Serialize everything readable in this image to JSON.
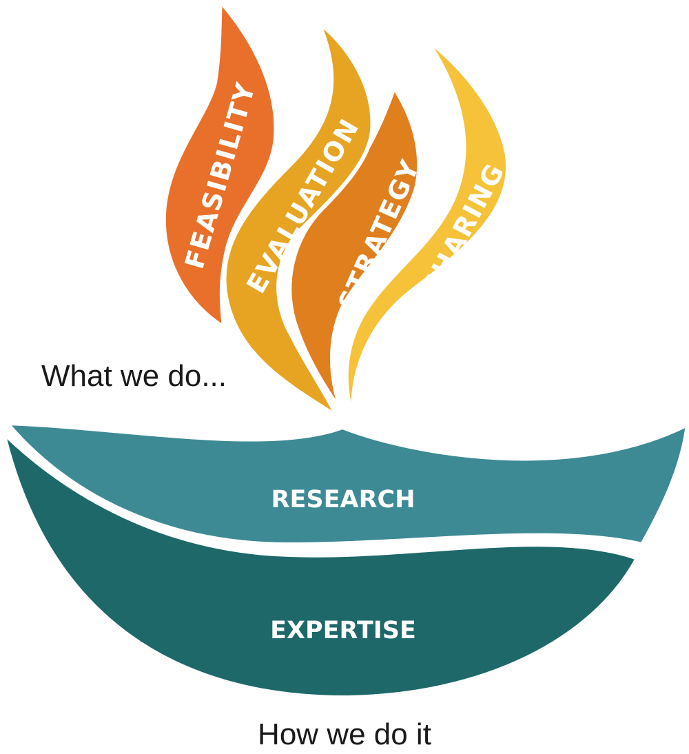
{
  "flames": [
    {
      "label": "FEASIBILITY",
      "color": "#e9702a"
    },
    {
      "label": "EVALUATION",
      "color": "#e7a423"
    },
    {
      "label": "STRATEGY",
      "color": "#e07f1e"
    },
    {
      "label": "SHARING",
      "color": "#f5c23a"
    }
  ],
  "bowl": {
    "top_label": "RESEARCH",
    "top_color": "#3d8a94",
    "bottom_label": "EXPERTISE",
    "bottom_color": "#1e6869"
  },
  "captions": {
    "what": "What we do...",
    "how": "How we do it"
  }
}
